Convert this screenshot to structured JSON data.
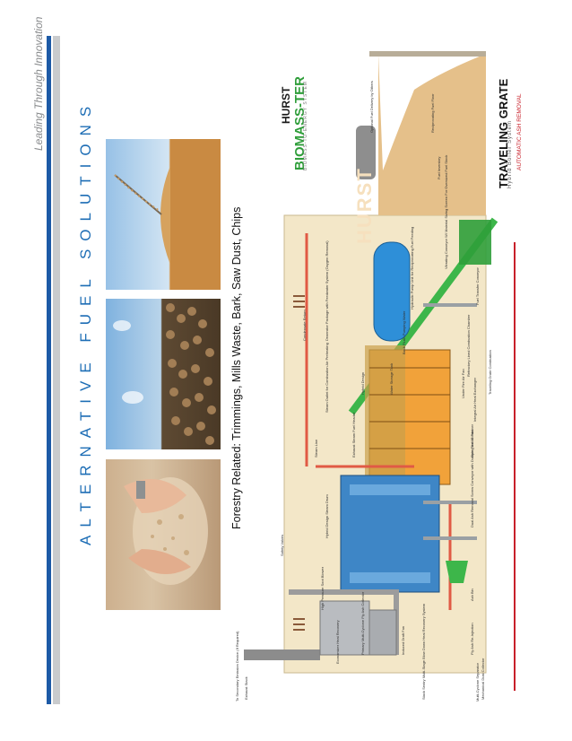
{
  "header": {
    "tagline": "Leading Through Innovation"
  },
  "main": {
    "headline": "ALTERNATIVE FUEL SOLUTIONS",
    "caption": "Forestry Related: Trimmings, Mills Waste, Bark, Saw Dust, Chips"
  },
  "diagram": {
    "brand": "HURST",
    "product": "BIOMASS-TER",
    "product_sub": "BIOMASS-TO-ENERGY SYSTEM",
    "title": "TRAVELING GRATE",
    "subtitle": "Hybrid Boiler System",
    "note": "AUTOMATIC ASH REMOVAL",
    "watermark": "HURST",
    "labels": {
      "fuel_delivery": "Optional Fuel Delivery by Others",
      "fuel_floor": "Reciprocating Fuel Floor",
      "fuel_inventory": "Fuel Inventory",
      "vibrating_conveyor": "Vibrating Conveyor W/ Material Sizing Screen For Oversized Fuel Stock",
      "hydraulic_pump": "Hydraulic Pump Unit for Reciprocating Fuel Feeding",
      "fuel_transfer": "Fuel Transfer Conveyor",
      "deaerator": "Deaerator Package with Feedwater System (Oxygen Removal)",
      "condensate": "Condensate Return",
      "stack_sentry": "Stack Sentry Multi-Stage Blow Down Heat Recovery System",
      "back_flush": "Back Flush Pumping Water",
      "water_storage": "Water Storage Tank",
      "hybrid_design": "Hybrid Design",
      "steam_line": "Steam Line",
      "steam_outlet": "Steam Outlet for Combustion Air Preheating",
      "exhaust_steam": "Exhaust Steam Fuel Header",
      "refractory": "Refractory Lined Combustion Chamber",
      "traveling_grate": "Traveling Grate Combustion",
      "overfire_fan": "Over Fire Air Fan",
      "underfire_fan": "Under Fire Air Fan",
      "heat_exchanger": "Integral Air Heat Exchanger",
      "ash_removal": "Dual Ash Removal Screw Conveyor with Dumping Ash Container",
      "safety_valves": "Safety Valves",
      "boiler_drum": "Hybrid Design Steam Drum",
      "soot_blower": "High Pressure Soot Blower",
      "economizer": "Economizer Heat Recovery",
      "primary_collector": "Primary Multi-Cyclone Fly Ash Collector",
      "id_fan": "Induced Draft Fan",
      "ash_bin": "Ash Bin",
      "fly_ash": "Fly Ash Re-Injection",
      "mechanical_collector": "Mechanical Dust Collector",
      "stack": "Exhaust Stack",
      "multi_cyclone": "Multi-Cyclone Separator",
      "to_scrubber": "To Secondary Emission Device (If Required)"
    }
  },
  "photos": [
    {
      "label": "wood chips in hands"
    },
    {
      "label": "log pile"
    },
    {
      "label": "saw dust pile"
    }
  ],
  "colors": {
    "accent_blue": "#1d6db5",
    "stripe_blue": "#1d5aa6",
    "stripe_gray": "#c9cbcd",
    "brand_green": "#2f9e3a",
    "note_red": "#c8202a",
    "building": "#f3e7c8",
    "boiler_blue": "#3e86c6",
    "furnace_orange": "#e39a2a"
  }
}
